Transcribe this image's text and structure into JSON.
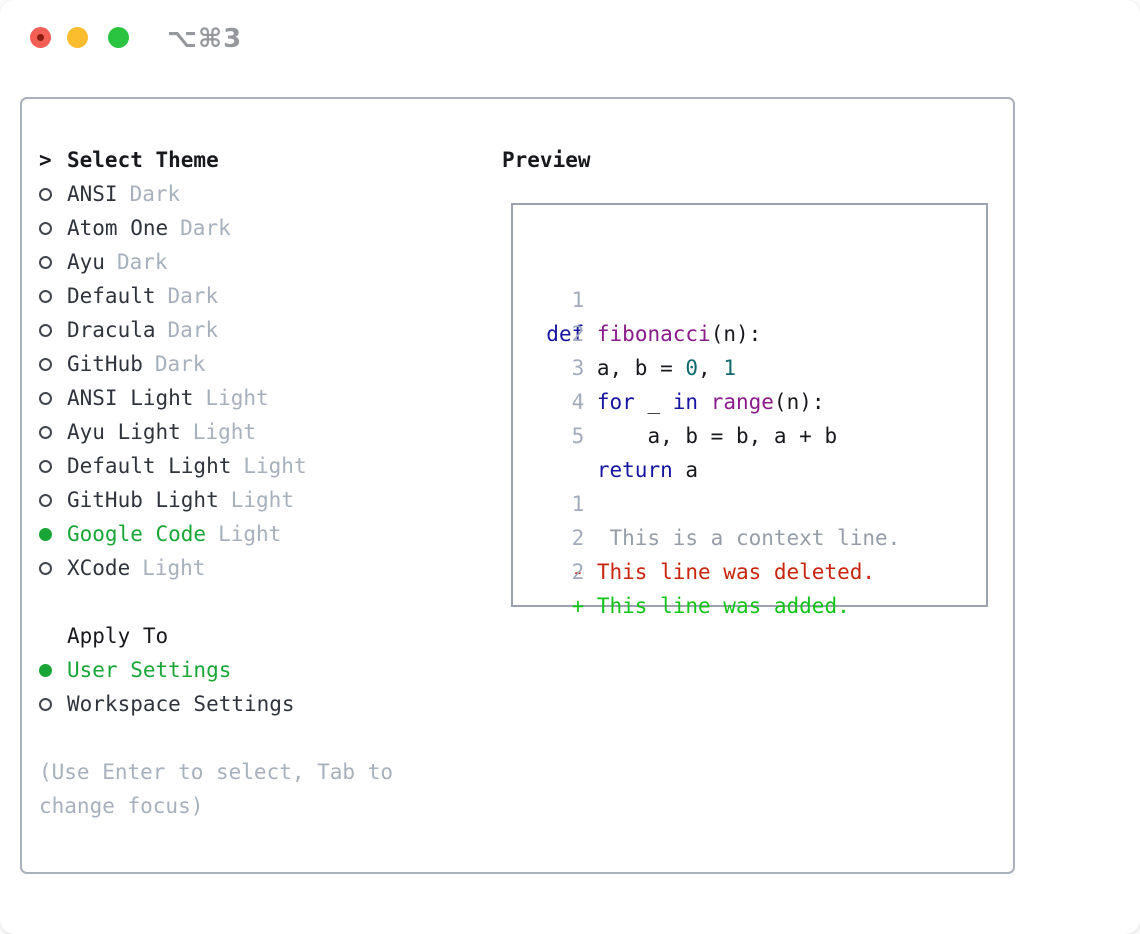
{
  "window": {
    "title": "⌥⌘3",
    "traffic_lights": [
      "close",
      "minimize",
      "zoom"
    ]
  },
  "colors": {
    "tl-red": "#f45f55",
    "tl-yellow": "#fbbc2e",
    "tl-green": "#2bc440",
    "title": "#95989d",
    "border": "#a9b1bb",
    "ink": "#17191d",
    "item": "#2f343c",
    "muted": "#a7b0bd",
    "green": "#19a637",
    "num": "#a2abbc",
    "kwd": "#15159f",
    "typ": "#8a1b8a",
    "lit": "#10696d",
    "pln": "#17191d",
    "ctx": "#959ea8",
    "del": "#c8250e",
    "add": "#12c41a"
  },
  "theme_selector": {
    "prompt": ">",
    "title": "Select Theme",
    "themes": [
      {
        "name": "ANSI",
        "tag": "Dark",
        "selected": false
      },
      {
        "name": "Atom One",
        "tag": "Dark",
        "selected": false
      },
      {
        "name": "Ayu",
        "tag": "Dark",
        "selected": false
      },
      {
        "name": "Default",
        "tag": "Dark",
        "selected": false
      },
      {
        "name": "Dracula",
        "tag": "Dark",
        "selected": false
      },
      {
        "name": "GitHub",
        "tag": "Dark",
        "selected": false
      },
      {
        "name": "ANSI Light",
        "tag": "Light",
        "selected": false
      },
      {
        "name": "Ayu Light",
        "tag": "Light",
        "selected": false
      },
      {
        "name": "Default Light",
        "tag": "Light",
        "selected": false
      },
      {
        "name": "GitHub Light",
        "tag": "Light",
        "selected": false
      },
      {
        "name": "Google Code",
        "tag": "Light",
        "selected": true
      },
      {
        "name": "XCode",
        "tag": "Light",
        "selected": false
      }
    ],
    "apply_to": {
      "title": "Apply To",
      "options": [
        {
          "name": "User Settings",
          "selected": true
        },
        {
          "name": "Workspace Settings",
          "selected": false
        }
      ]
    },
    "help": "(Use Enter to select, Tab to change focus)"
  },
  "preview": {
    "title": "Preview",
    "code": [
      {
        "num": "1",
        "tokens": [
          {
            "text": "def",
            "style": "kwd"
          },
          {
            "text": " ",
            "style": "pln"
          },
          {
            "text": "fibonacci",
            "style": "typ"
          },
          {
            "text": "(n):",
            "style": "pln"
          }
        ]
      },
      {
        "num": "2",
        "tokens": [
          {
            "text": "    a, b = ",
            "style": "pln"
          },
          {
            "text": "0",
            "style": "lit"
          },
          {
            "text": ", ",
            "style": "pln"
          },
          {
            "text": "1",
            "style": "lit"
          }
        ]
      },
      {
        "num": "3",
        "tokens": [
          {
            "text": "    ",
            "style": "pln"
          },
          {
            "text": "for",
            "style": "kwd"
          },
          {
            "text": " _ ",
            "style": "pln"
          },
          {
            "text": "in",
            "style": "kwd"
          },
          {
            "text": " ",
            "style": "pln"
          },
          {
            "text": "range",
            "style": "typ"
          },
          {
            "text": "(n):",
            "style": "pln"
          }
        ]
      },
      {
        "num": "4",
        "tokens": [
          {
            "text": "        a, b = b, a + b",
            "style": "pln"
          }
        ]
      },
      {
        "num": "5",
        "tokens": [
          {
            "text": "    ",
            "style": "pln"
          },
          {
            "text": "return",
            "style": "kwd"
          },
          {
            "text": " a",
            "style": "pln"
          }
        ]
      }
    ],
    "diff": [
      {
        "num": "1",
        "style": "context",
        "text": "   This is a context line."
      },
      {
        "num": "2",
        "style": "deleted",
        "text": "- This line was deleted."
      },
      {
        "num": "2",
        "style": "added",
        "text": "+ This line was added."
      }
    ]
  }
}
